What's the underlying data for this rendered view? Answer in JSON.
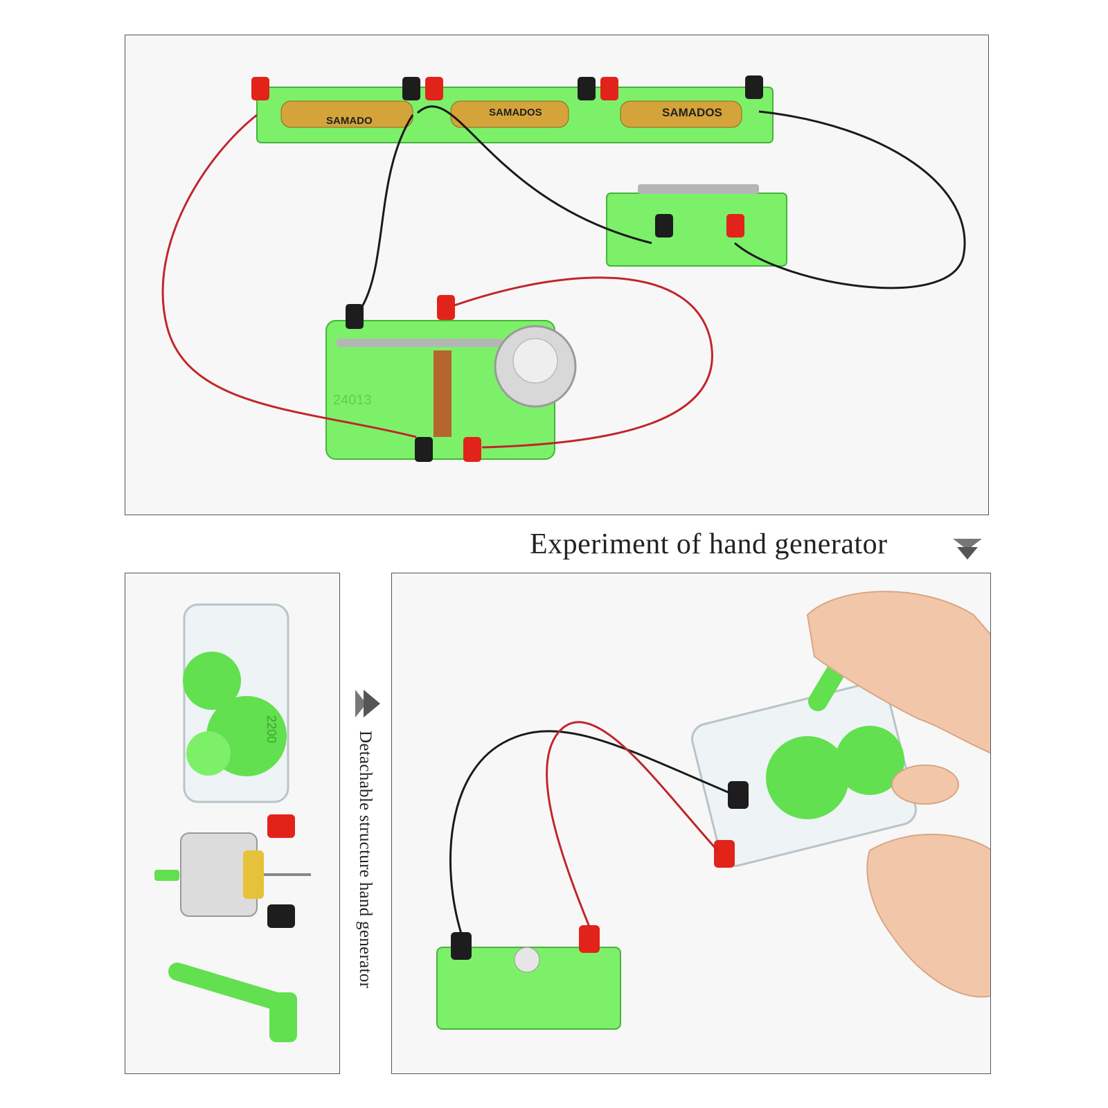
{
  "captions": {
    "main": "Experiment of hand generator",
    "vertical": "Detachable structure hand generator"
  },
  "labels": {
    "battery_brand_1": "SAMADO",
    "battery_brand_2": "SAMADOS",
    "battery_brand_3": "SAMADOS",
    "bell_mark": "24013",
    "gear_mark": "2200"
  },
  "icons": {
    "main_caption_arrow": "arrow-down-icon",
    "vertical_caption_arrow": "arrow-right-icon"
  },
  "colors": {
    "board_green": "#7df06a",
    "wire_red": "#c0262b",
    "wire_black": "#1a1a1a",
    "terminal_red": "#e2231a",
    "terminal_black": "#1d1d1d",
    "border": "#555555"
  }
}
